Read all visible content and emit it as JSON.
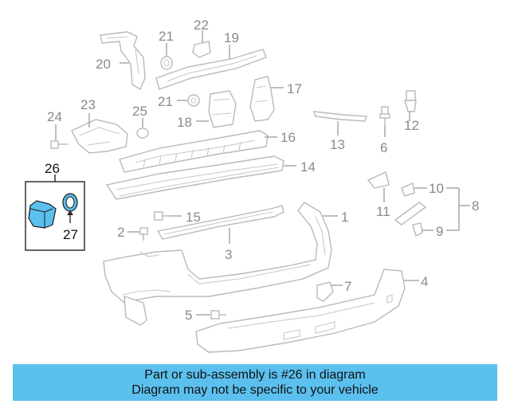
{
  "diagram": {
    "highlighted_part": "26",
    "callouts": {
      "p1": "1",
      "p2": "2",
      "p3": "3",
      "p4": "4",
      "p5": "5",
      "p6": "6",
      "p7": "7",
      "p8": "8",
      "p9": "9",
      "p10": "10",
      "p11": "11",
      "p12": "12",
      "p13": "13",
      "p14": "14",
      "p15": "15",
      "p16": "16",
      "p17": "17",
      "p18": "18",
      "p19": "19",
      "p20": "20",
      "p21a": "21",
      "p21b": "21",
      "p22": "22",
      "p23": "23",
      "p24": "24",
      "p25": "25",
      "p26": "26",
      "p27": "27"
    },
    "highlight_color": "#5bc0ee"
  },
  "banner": {
    "line1": "Part or sub-assembly is #26 in diagram",
    "line2": "Diagram may not be specific to your vehicle",
    "color": "#5bc0ee"
  }
}
